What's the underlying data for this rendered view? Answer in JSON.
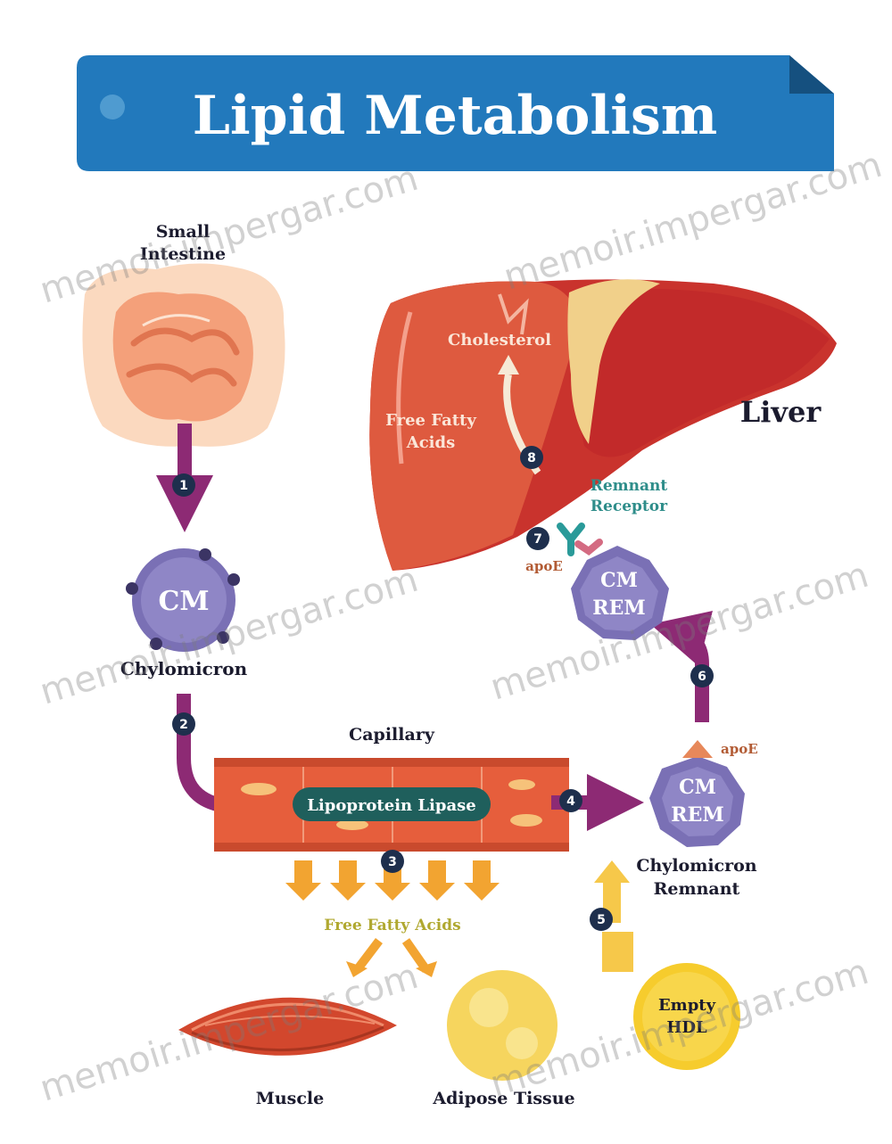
{
  "title": "Lipid Metabolism",
  "organs": {
    "small_intestine": [
      "Small",
      "Intestine"
    ],
    "liver": "Liver",
    "capillary": "Capillary",
    "muscle": "Muscle",
    "adipose": "Adipose Tissue",
    "empty_hdl": [
      "Empty",
      "HDL"
    ]
  },
  "particles": {
    "cm": "CM",
    "chylomicron": "Chylomicron",
    "cm_rem": [
      "CM",
      "REM"
    ],
    "chylomicron_remnant": [
      "Chylomicron",
      "Remnant"
    ]
  },
  "enzymes": {
    "lipoprotein_lipase": "Lipoprotein Lipase"
  },
  "liver_labels": {
    "cholesterol": "Cholesterol",
    "free_fatty_acids": [
      "Free Fatty",
      "Acids"
    ],
    "remnant_receptor": [
      "Remnant",
      "Receptor"
    ],
    "apoe_top": "apoE",
    "apoe_mid": "apoE"
  },
  "free_fatty_acids_bottom": "Free Fatty Acids",
  "steps": [
    "1",
    "2",
    "3",
    "4",
    "5",
    "6",
    "7",
    "8"
  ],
  "watermark": "memoir.impergar.com",
  "colors": {
    "banner": "#2279bc",
    "arrow_purple": "#8d2a74",
    "particle": "#7a70b5",
    "liver": "#c9332d",
    "step_badge": "#1e2f4d",
    "fatty_acid_arrow": "#f2a431",
    "hdl": "#f6cc2d"
  }
}
